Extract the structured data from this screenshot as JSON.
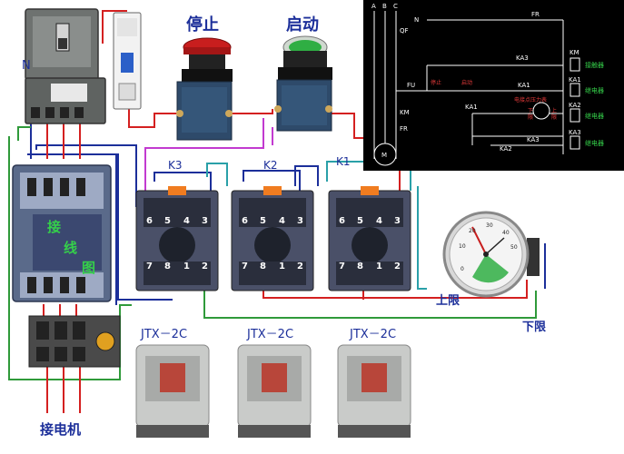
{
  "labels": {
    "stop": "停止",
    "start": "启动",
    "n": "N",
    "k3": "K3",
    "k2": "K2",
    "k1": "K1",
    "upper_limit": "上限",
    "lower_limit": "下限",
    "connect_motor": "接电机",
    "relay_model_1": "JTX－2C",
    "relay_model_2": "JTX－2C",
    "relay_model_3": "JTX－2C",
    "contactor_text_1": "接",
    "contactor_text_2": "线",
    "contactor_text_3": "图"
  },
  "terminal_numbers": {
    "top": [
      "6",
      "5",
      "4",
      "3"
    ],
    "bottom": [
      "7",
      "8",
      "1",
      "2"
    ]
  },
  "schematic": {
    "phases": [
      "A",
      "B",
      "C"
    ],
    "n": "N",
    "fr_top": "FR",
    "qf": "QF",
    "km": "KM",
    "fu": "FU",
    "fr_bottom": "FR",
    "motor": "M",
    "ka3_top": "KA3",
    "ka1_mid": "KA1",
    "ka1_lower": "KA1",
    "ka2": "KA2",
    "ka3_bottom": "KA3",
    "coil_km": "KM",
    "coil_ka1": "KA1",
    "coil_ka2": "KA2",
    "coil_ka3": "KA3",
    "desc_km": "接触器",
    "desc_ka1": "继电器",
    "desc_ka2": "继电器",
    "desc_ka3": "继电器",
    "stop_btn": "停止",
    "start_btn": "启动",
    "gauge_title": "电接点压力表",
    "gauge_low": "下",
    "gauge_high": "上",
    "gauge_low2": "限",
    "gauge_high2": "限"
  },
  "gauge_scale": [
    "0",
    "10",
    "20",
    "30",
    "40",
    "50"
  ],
  "colors": {
    "red": "#d42020",
    "blue": "#1c2f9a",
    "green": "#2f9a3a",
    "magenta": "#c23ad0",
    "teal": "#2aa0a8",
    "schematic_bg": "#000000",
    "schematic_green": "#35d04a",
    "schematic_red": "#e43a3a"
  }
}
